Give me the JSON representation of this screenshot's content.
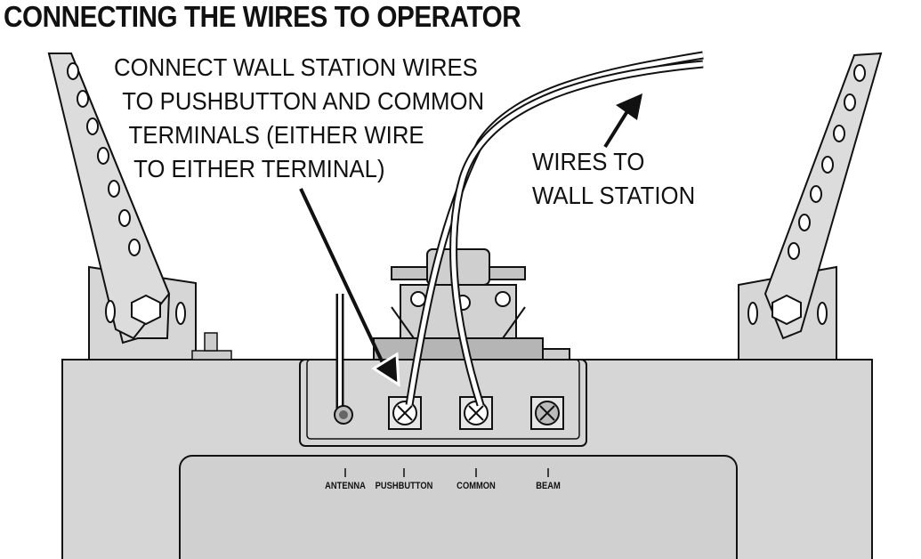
{
  "title": "CONNECTING THE WIRES TO OPERATOR",
  "callout_connect": [
    "CONNECT WALL STATION WIRES",
    "TO PUSHBUTTON AND COMMON",
    "TERMINALS (EITHER WIRE",
    "TO EITHER TERMINAL)"
  ],
  "callout_wall": [
    "WIRES TO",
    "WALL STATION"
  ],
  "terminals": {
    "antenna": "ANTENNA",
    "pushbutton": "PUSHBUTTON",
    "common": "COMMON",
    "beam": "BEAM"
  },
  "colors": {
    "body": "#d4d4d4",
    "line": "#111111",
    "panel": "#c8c8c8"
  }
}
